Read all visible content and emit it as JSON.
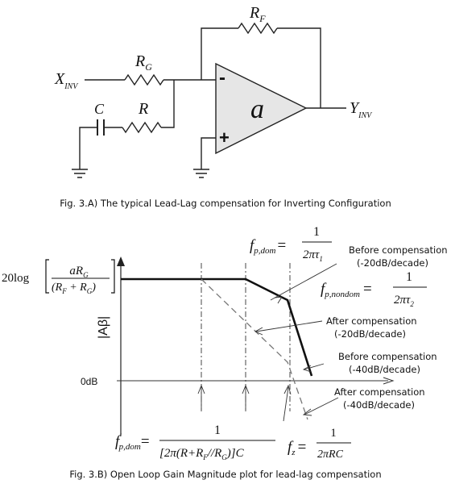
{
  "circuit": {
    "rf_main": "R",
    "rf_sub": "F",
    "rg_main": "R",
    "rg_sub": "G",
    "r_label": "R",
    "c_label": "C",
    "xin_main": "X",
    "xin_sub": "INV",
    "yout_main": "Y",
    "yout_sub": "INV",
    "opamp_gain": "a",
    "minus_sign": "-",
    "plus_sign": "+"
  },
  "caption_a": "Fig. 3.A) The typical Lead-Lag compensation for Inverting Configuration",
  "caption_b": "Fig. 3.B) Open Loop Gain Magnitude plot for lead-lag compensation",
  "plot": {
    "y_label": "|Aβ|",
    "zero_db": "0dB",
    "gain_prefix": "20log",
    "gain_num": "aR",
    "gain_num_sub": "G",
    "gain_den": "(R",
    "gain_den_sub1": "F",
    "gain_den_mid": " + R",
    "gain_den_sub2": "G",
    "gain_den_end": ")",
    "fpdom_f": "f",
    "fpdom_sub": "p,dom",
    "fpdom_eq": "=",
    "fpdom_num": "1",
    "fpdom_den": "2πτ",
    "fpdom_den_sub": "1",
    "fpnondom_f": "f",
    "fpnondom_sub": "p,nondom",
    "fpnondom_eq": "=",
    "fpnondom_num": "1",
    "fpnondom_den": "2πτ",
    "fpnondom_den_sub": "2",
    "fpdom_prime_f": "f",
    "fpdom_prime_sup": "'",
    "fpdom_prime_sub": "p,dom",
    "fpdom_prime_eq": "=",
    "fpdom_prime_num": "1",
    "fpdom_prime_den": "[2π(R+R",
    "fpdom_prime_den_sub1": "F",
    "fpdom_prime_den_mid": "//R",
    "fpdom_prime_den_sub2": "G",
    "fpdom_prime_den_end": ")]C",
    "fz_f": "f",
    "fz_sub": "z",
    "fz_eq": "=",
    "fz_num": "1",
    "fz_den": "2πRC",
    "note_before_1": "Before compensation",
    "note_before_1b": "(-20dB/decade)",
    "note_after_1": "After compensation",
    "note_after_1b": "(-20dB/decade)",
    "note_before_2": "Before compensation",
    "note_before_2b": "(-40dB/decade)",
    "note_after_2": "After compensation",
    "note_after_2b": "(-40dB/decade)"
  }
}
